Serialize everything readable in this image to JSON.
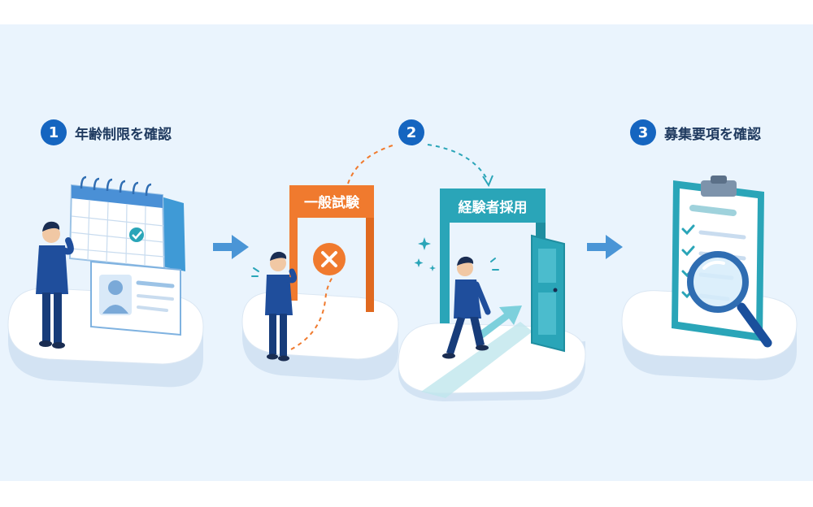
{
  "steps": [
    {
      "number": "1",
      "label": "年齢制限を確認"
    },
    {
      "number": "2",
      "label": ""
    },
    {
      "number": "3",
      "label": "募集要項を確認"
    }
  ],
  "gates": {
    "general": "一般試験",
    "experienced": "経験者採用"
  },
  "colors": {
    "background": "#eaf4fd",
    "badge": "#1565c0",
    "general_gate": "#f07a2e",
    "experienced_gate": "#2aa5b8",
    "suit": "#1f4e9c",
    "arrow": "#4a95d6"
  }
}
